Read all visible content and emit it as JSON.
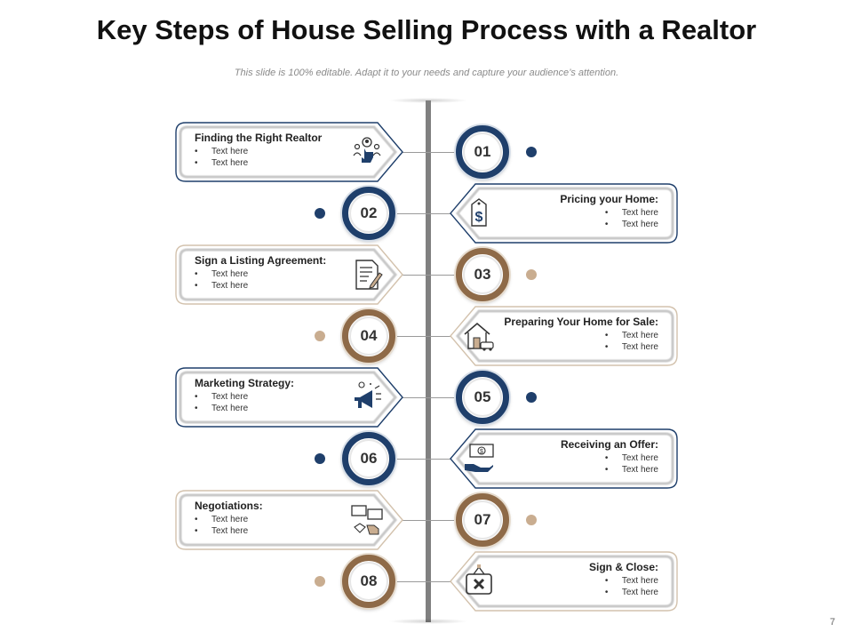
{
  "title": "Key Steps of House Selling Process with a Realtor",
  "subtitle": "This slide is 100% editable. Adapt it to your needs and capture your audience’s attention.",
  "page_number": "7",
  "colors": {
    "blue": "#1f3f6b",
    "brown": "#8e6a48",
    "dot_brown": "#c9ad90",
    "spine": "#808080"
  },
  "steps": [
    {
      "number": "01",
      "heading": "Finding the Right Realtor",
      "bullets": [
        "Text here",
        "Text here"
      ],
      "icon": "realtor-handshake-icon",
      "side": "left",
      "color": "blue"
    },
    {
      "number": "02",
      "heading": "Pricing your Home:",
      "bullets": [
        "Text here",
        "Text here"
      ],
      "icon": "price-tag-icon",
      "side": "right",
      "color": "blue"
    },
    {
      "number": "03",
      "heading": "Sign a Listing  Agreement:",
      "bullets": [
        "Text here",
        "Text here"
      ],
      "icon": "document-sign-icon",
      "side": "left",
      "color": "brown"
    },
    {
      "number": "04",
      "heading": "Preparing Your Home for  Sale:",
      "bullets": [
        "Text here",
        "Text here"
      ],
      "icon": "house-prep-icon",
      "side": "right",
      "color": "brown"
    },
    {
      "number": "05",
      "heading": "Marketing Strategy:",
      "bullets": [
        "Text here",
        "Text here"
      ],
      "icon": "megaphone-icon",
      "side": "left",
      "color": "blue"
    },
    {
      "number": "06",
      "heading": "Receiving an Offer:",
      "bullets": [
        "Text here",
        "Text here"
      ],
      "icon": "money-hand-icon",
      "side": "right",
      "color": "blue"
    },
    {
      "number": "07",
      "heading": "Negotiations:",
      "bullets": [
        "Text here",
        "Text here"
      ],
      "icon": "negotiation-chat-icon",
      "side": "left",
      "color": "brown"
    },
    {
      "number": "08",
      "heading": "Sign & Close:",
      "bullets": [
        "Text here",
        "Text here"
      ],
      "icon": "closed-sign-icon",
      "side": "right",
      "color": "brown"
    }
  ]
}
